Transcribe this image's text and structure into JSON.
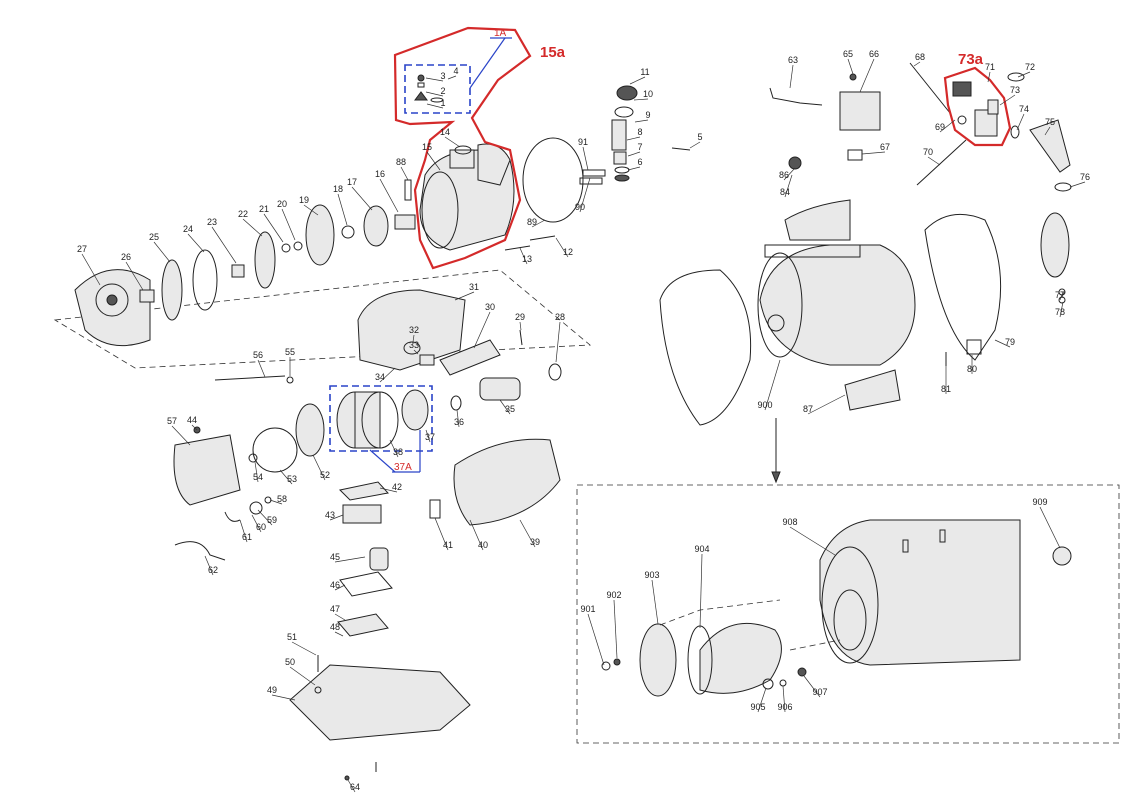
{
  "callouts": {
    "c15a": "15a",
    "c73a": "73a",
    "c1A": "1A",
    "c37A": "37A"
  },
  "colors": {
    "highlight_red": "#d42a2a",
    "highlight_blue": "#2a44c8",
    "line": "#222222"
  },
  "labels": [
    "1",
    "2",
    "3",
    "4",
    "5",
    "6",
    "7",
    "8",
    "9",
    "10",
    "11",
    "12",
    "13",
    "14",
    "15",
    "16",
    "17",
    "18",
    "19",
    "20",
    "21",
    "22",
    "23",
    "24",
    "25",
    "26",
    "27",
    "28",
    "29",
    "30",
    "31",
    "32",
    "33",
    "34",
    "35",
    "36",
    "37",
    "38",
    "39",
    "40",
    "41",
    "42",
    "43",
    "44",
    "45",
    "46",
    "47",
    "48",
    "49",
    "50",
    "51",
    "52",
    "53",
    "54",
    "55",
    "56",
    "57",
    "58",
    "59",
    "60",
    "61",
    "62",
    "63",
    "64",
    "65",
    "66",
    "67",
    "68",
    "69",
    "70",
    "71",
    "72",
    "73",
    "74",
    "75",
    "76",
    "77",
    "78",
    "79",
    "80",
    "81",
    "84",
    "86",
    "87",
    "88",
    "89",
    "90",
    "91",
    "900",
    "901",
    "902",
    "903",
    "904",
    "905",
    "906",
    "907",
    "908",
    "909"
  ]
}
